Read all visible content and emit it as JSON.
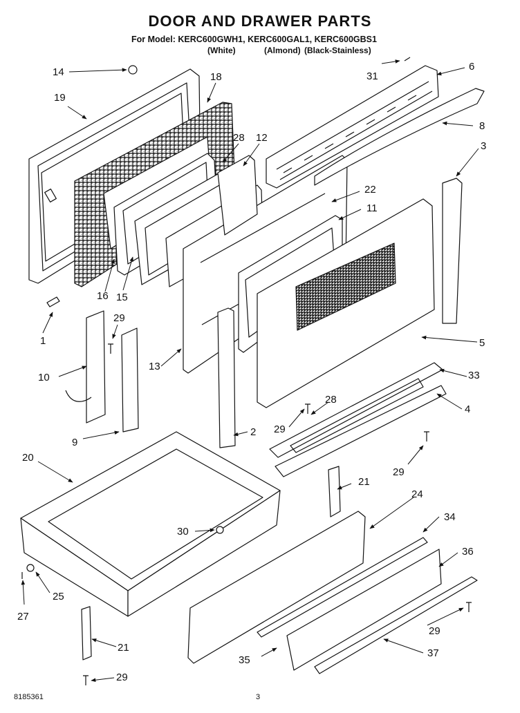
{
  "header": {
    "title": "DOOR AND DRAWER PARTS",
    "model_line": "For Model: KERC600GWH1, KERC600GAL1, KERC600GBS1",
    "variants": [
      "(White)",
      "(Almond)",
      "(Black-Stainless)"
    ]
  },
  "callouts": [
    "14",
    "18",
    "19",
    "28",
    "12",
    "16",
    "15",
    "1",
    "29",
    "10",
    "9",
    "13",
    "31",
    "6",
    "8",
    "3",
    "22",
    "11",
    "5",
    "33",
    "4",
    "28",
    "29",
    "2",
    "29",
    "20",
    "21",
    "24",
    "34",
    "30",
    "36",
    "25",
    "27",
    "21",
    "29",
    "35",
    "37",
    "29"
  ],
  "footer": {
    "part_number": "8185361",
    "page_number": "3"
  }
}
